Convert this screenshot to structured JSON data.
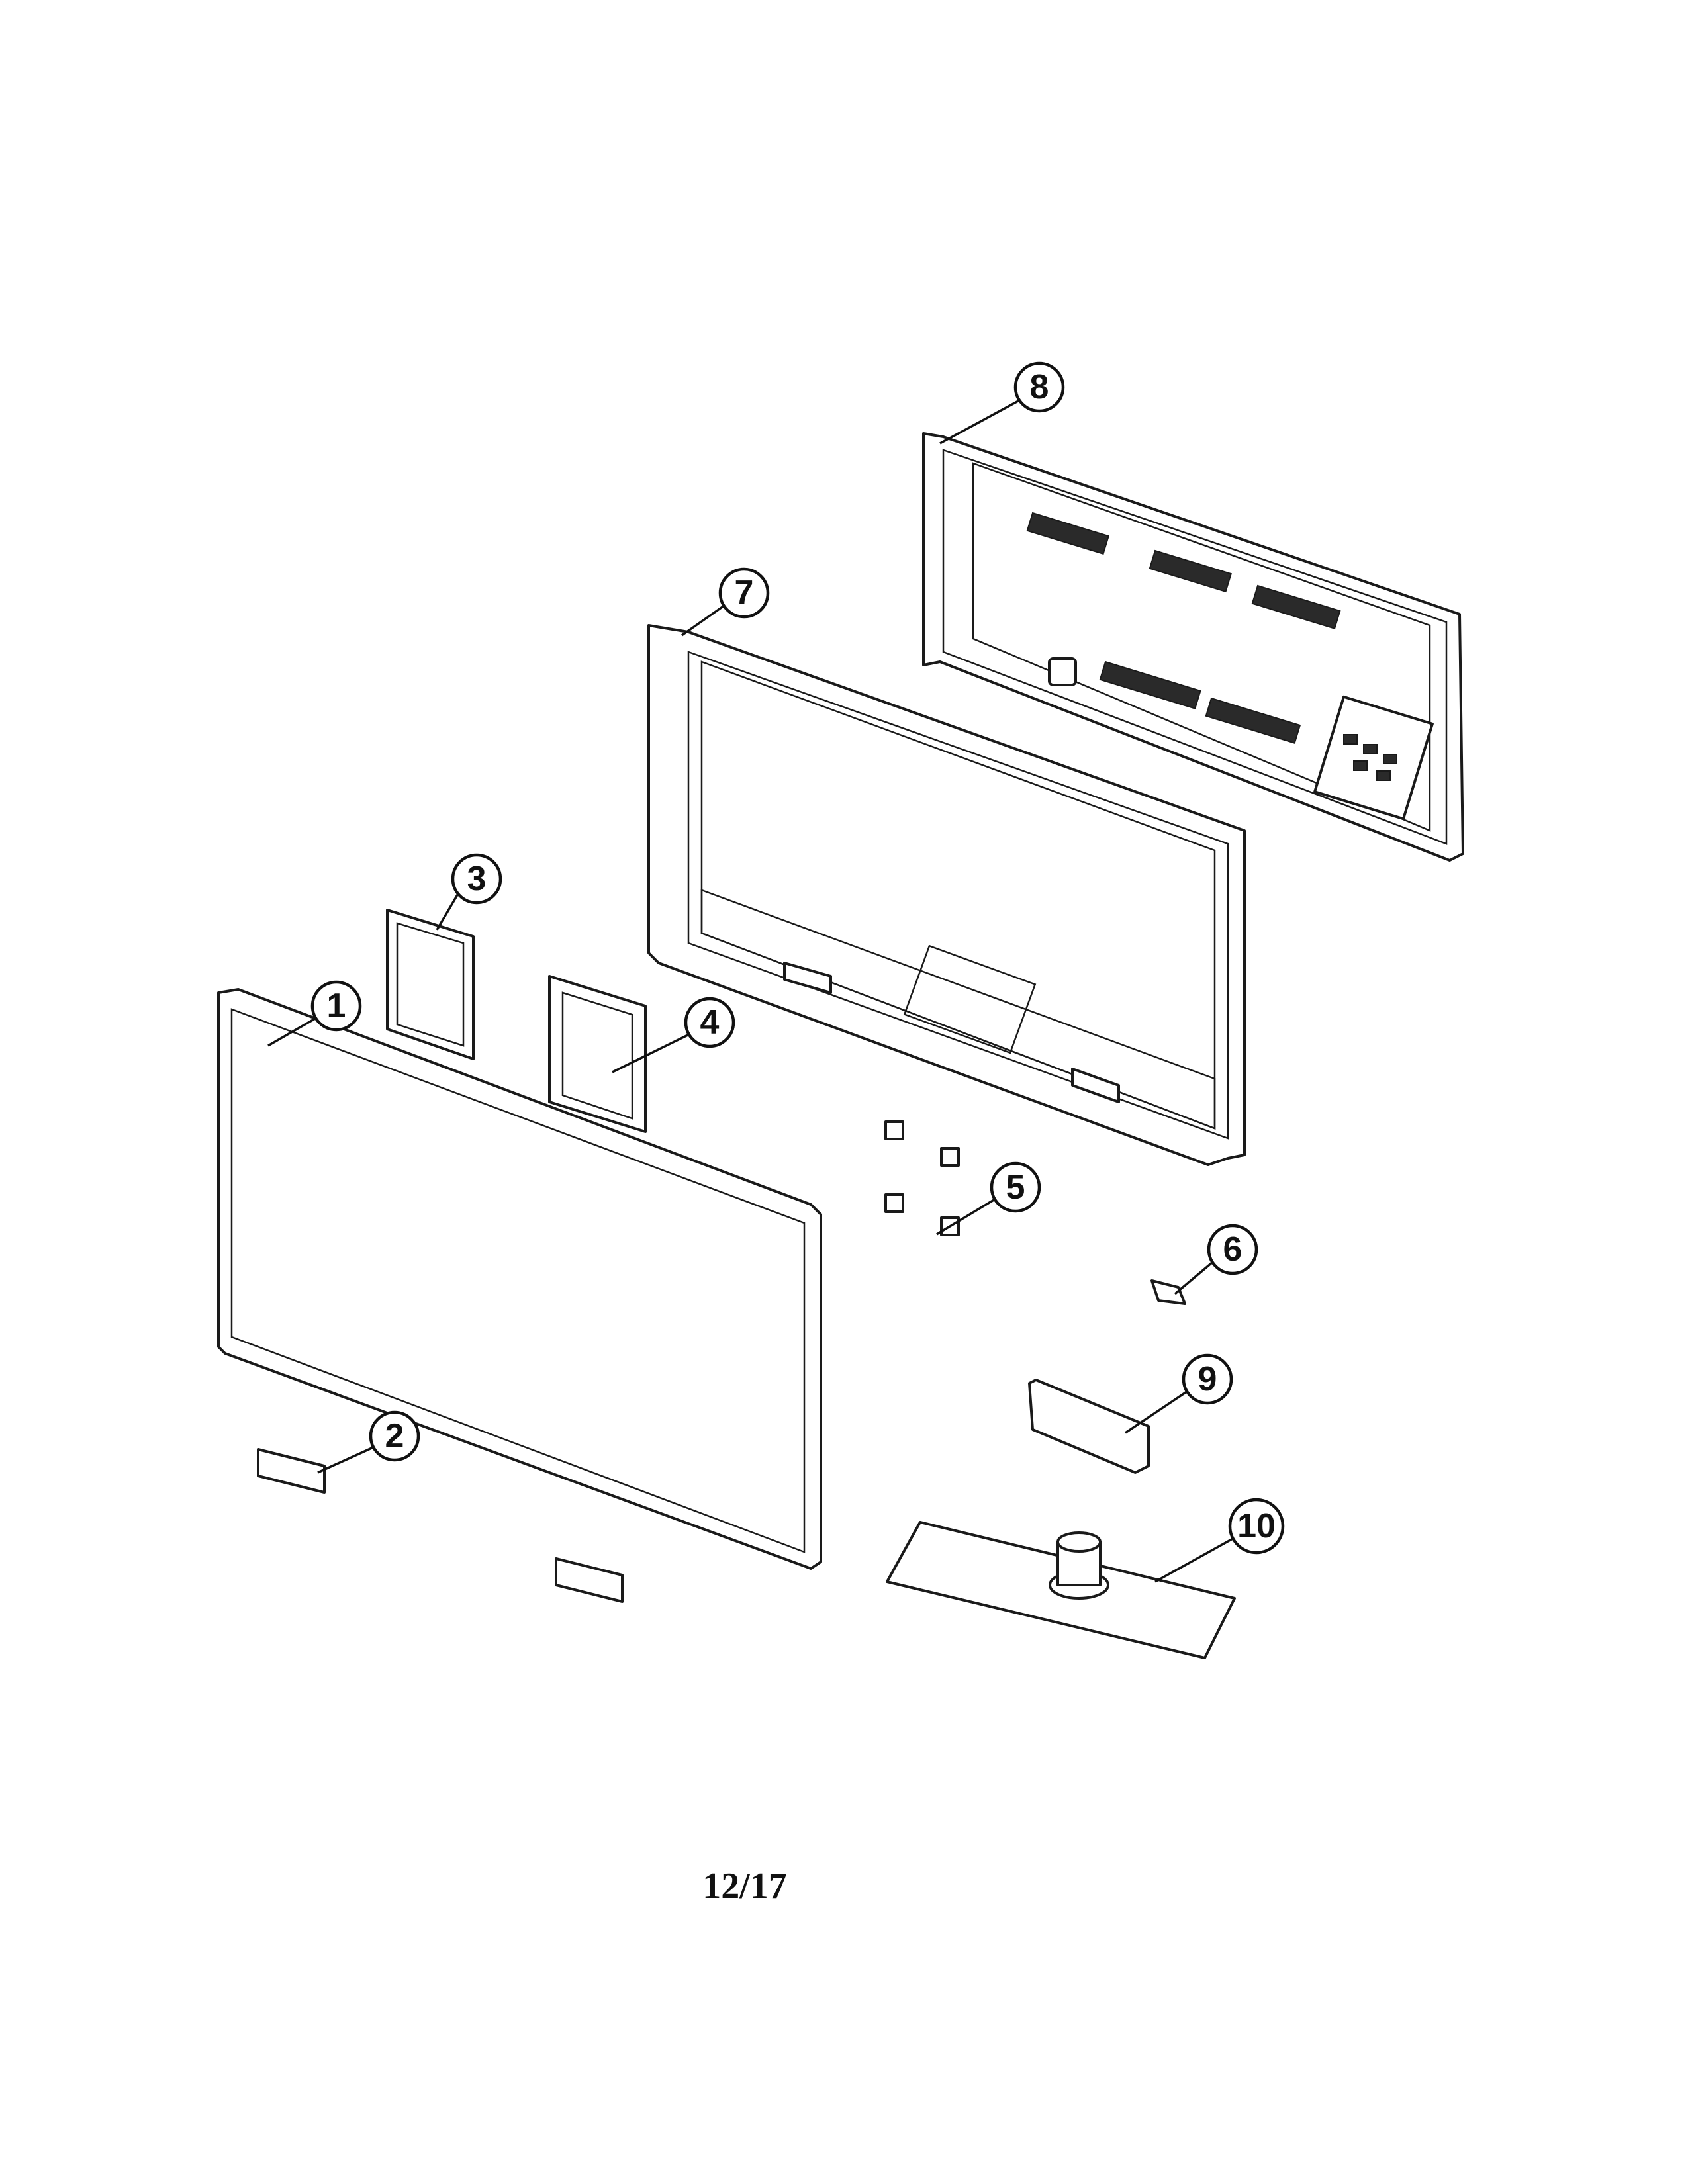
{
  "callouts": [
    "1",
    "2",
    "3",
    "4",
    "5",
    "6",
    "7",
    "8",
    "9",
    "10"
  ],
  "page_number": "12/17"
}
